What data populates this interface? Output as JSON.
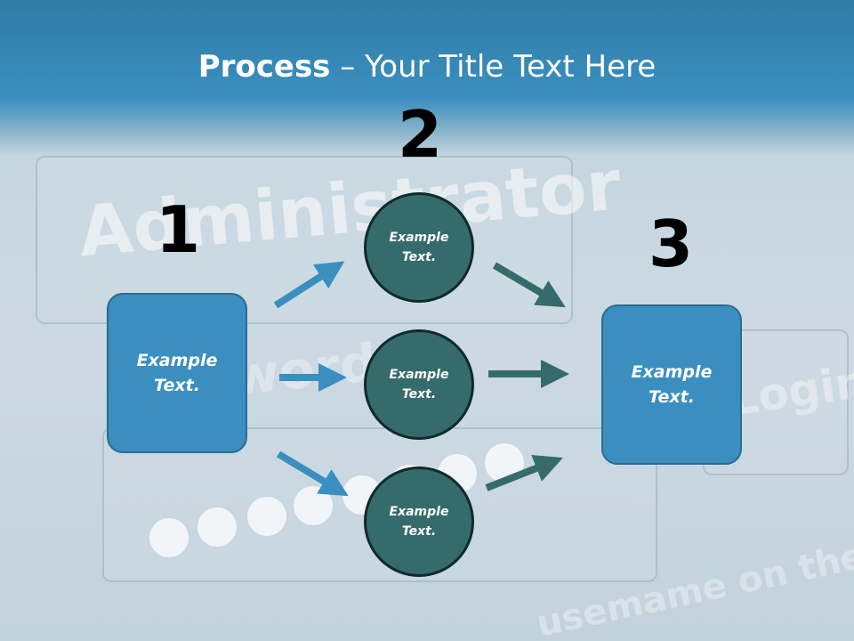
{
  "title": {
    "bold": "Process",
    "rest": " – Your Title Text Here"
  },
  "numbers": [
    "1",
    "2",
    "3"
  ],
  "left_box": {
    "text": "Example Text."
  },
  "circles": [
    {
      "text": "Example Text."
    },
    {
      "text": "Example Text."
    },
    {
      "text": "Example Text."
    }
  ],
  "right_box": {
    "text": "Example Text."
  },
  "background_words": [
    "Administrator",
    "word:",
    "Login",
    "usemame on the"
  ],
  "colors": {
    "box": "#3a8fc0",
    "circle": "#356b6a",
    "arrow_blue": "#3a8fc0",
    "arrow_teal": "#356b6a",
    "title_bar": "#2f7ca6"
  }
}
